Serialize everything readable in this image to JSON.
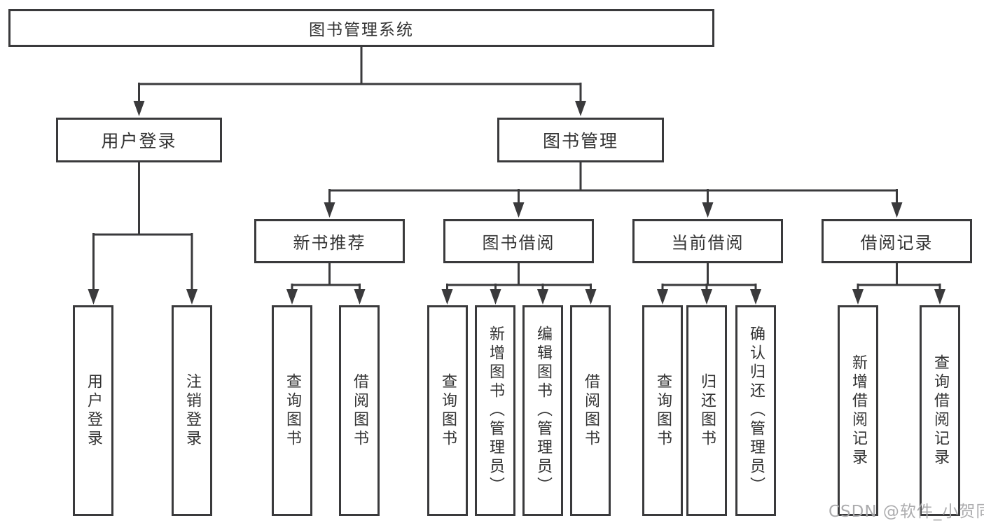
{
  "diagram": {
    "root": "图书管理系统",
    "level2": [
      "用户登录",
      "图书管理"
    ],
    "level3": [
      "新书推荐",
      "图书借阅",
      "当前借阅",
      "借阅记录"
    ],
    "leaves": {
      "user_login": [
        "用户登录",
        "注销登录"
      ],
      "new_books": [
        "查询图书",
        "借阅图书"
      ],
      "book_borrow": [
        "查询图书",
        "新增图书（管理员）",
        "编辑图书（管理员）",
        "借阅图书"
      ],
      "current_borrow": [
        "查询图书",
        "归还图书",
        "确认归还（管理员）"
      ],
      "borrow_records": [
        "新增借阅记录",
        "查询借阅记录"
      ]
    },
    "watermark": "CSDN @软件_小贺同学",
    "colors": {
      "line": "#3a3a3c",
      "text": "#333333",
      "box_background": "#ffffff",
      "page_background": "#ffffff",
      "watermark": "#a8a8aa"
    }
  }
}
